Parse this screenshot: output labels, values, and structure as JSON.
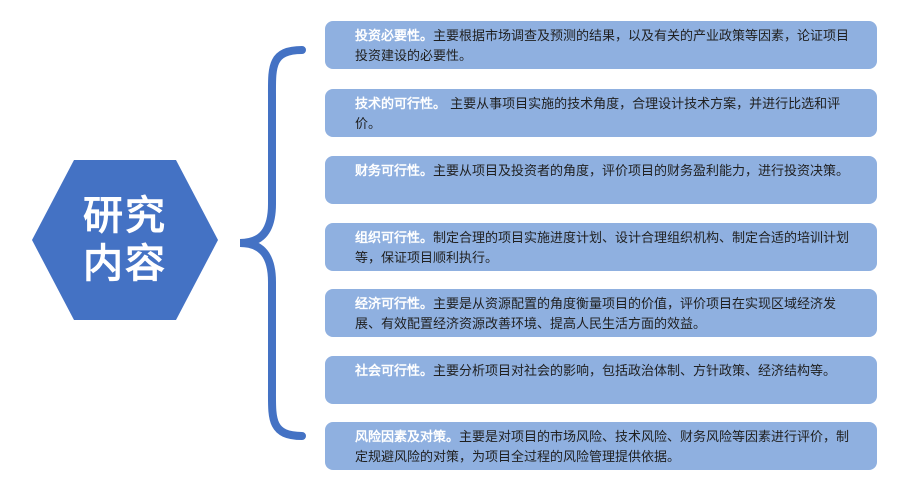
{
  "center": {
    "title": "研究内容",
    "color": "#4472c4"
  },
  "items": [
    {
      "head": "投资必要性。",
      "body": "主要根据市场调查及预测的结果，以及有关的产业政策等因素，论证项目投资建设的必要性。"
    },
    {
      "head": "技术的可行性。",
      "body": " 主要从事项目实施的技术角度，合理设计技术方案，并进行比选和评价。"
    },
    {
      "head": "财务可行性。",
      "body": "主要从项目及投资者的角度，评价项目的财务盈利能力，进行投资决策。"
    },
    {
      "head": "组织可行性。",
      "body": "制定合理的项目实施进度计划、设计合理组织机构、制定合适的培训计划等，保证项目顺利执行。"
    },
    {
      "head": "经济可行性。",
      "body": "主要是从资源配置的角度衡量项目的价值，评价项目在实现区域经济发展、有效配置经济资源改善环境、提高人民生活方面的效益。"
    },
    {
      "head": "社会可行性。",
      "body": "主要分析项目对社会的影响，包括政治体制、方针政策、经济结构等。"
    },
    {
      "head": "风险因素及对策。",
      "body": "主要是对项目的市场风险、技术风险、财务风险等因素进行评价，制定规避风险的对策，为项目全过程的风险管理提供依据。"
    }
  ],
  "colors": {
    "card": "#8fb0e0",
    "brace": "#4472c4",
    "head_text": "#ffffff"
  }
}
